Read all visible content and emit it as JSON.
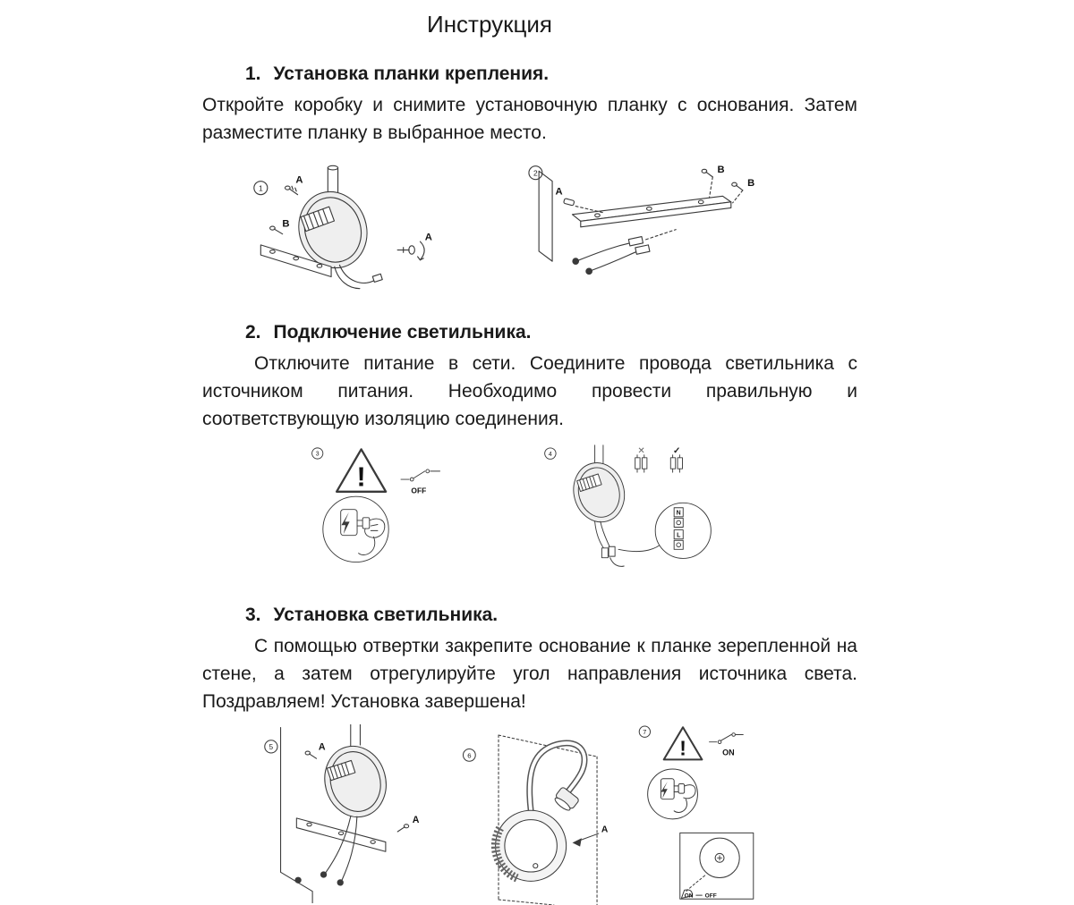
{
  "page": {
    "title": "Инструкция"
  },
  "sections": [
    {
      "number": "1.",
      "heading": "Установка планки крепления.",
      "body": "Откройте коробку и снимите установочную планку с основания. Затем разместите планку в выбранное место."
    },
    {
      "number": "2.",
      "heading": "Подключение светильника.",
      "body": "Отключите питание в сети. Соедините провода светильника с источником питания. Необходимо провести правильную и соответствующую изоляцию соединения."
    },
    {
      "number": "3.",
      "heading": "Установка светильника.",
      "body": "С помощью отвертки закрепите основание к планке зерепленной на стене, а затем отрегулируйте угол направления источника света. Поздравляем! Установка завершена!"
    }
  ],
  "figures": {
    "fig1": {
      "number": "1",
      "label_a": "A",
      "label_b": "B",
      "label_a2": "A"
    },
    "fig2": {
      "number": "2",
      "label_a": "A",
      "label_b1": "B",
      "label_b2": "B"
    },
    "fig3": {
      "number": "3",
      "warning": "!",
      "switch_label": "OFF"
    },
    "fig4": {
      "number": "4",
      "wrong": "✕",
      "right": "✓",
      "terminal_n": "N",
      "terminal_l": "L"
    },
    "fig5": {
      "number": "5",
      "label_a1": "A",
      "label_a2": "A"
    },
    "fig6": {
      "number": "6",
      "label_a": "A"
    },
    "fig7": {
      "number": "7",
      "warning": "!",
      "switch_label": "ON",
      "panel_on": "ON",
      "panel_off": "OFF"
    }
  }
}
